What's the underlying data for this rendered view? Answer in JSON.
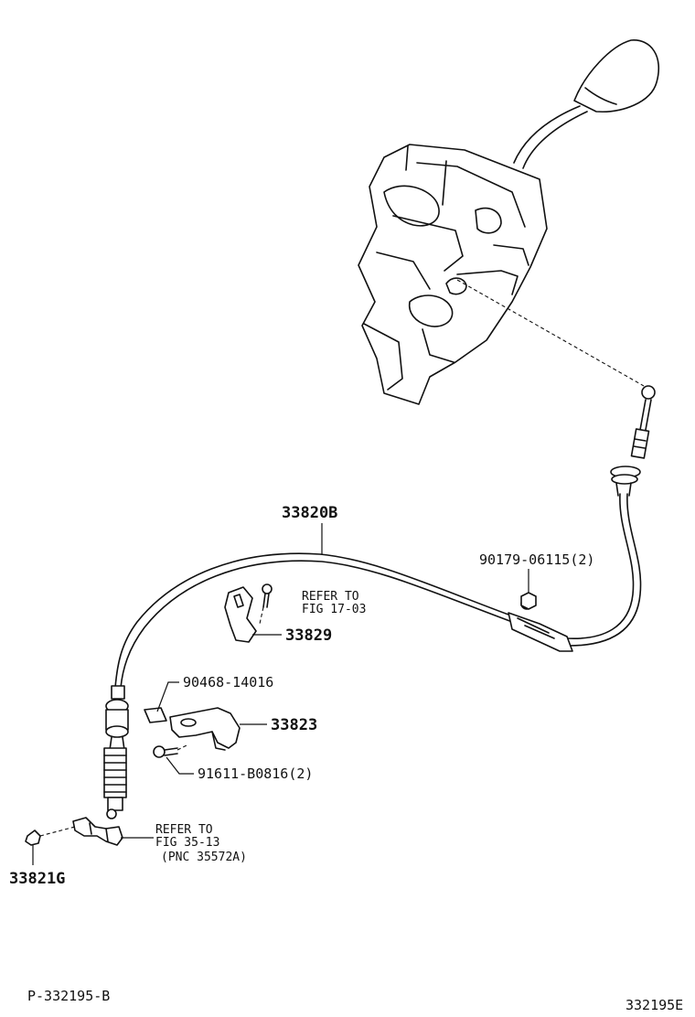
{
  "parts": {
    "cable": "33820B",
    "clamp_upper": "33829",
    "bracket": "33823",
    "clip_left": "33821G",
    "nut_right": "90179-06115(2)",
    "clip_small": "90468-14016",
    "bolt": "91611-B0816(2)"
  },
  "refs": {
    "fig17_line1": "REFER TO",
    "fig17_line2": "FIG 17-03",
    "fig35_line1": "REFER TO",
    "fig35_line2": "FIG 35-13",
    "fig35_line3": "(PNC 35572A)"
  },
  "codes": {
    "page_code": "P-332195-B",
    "illustration_id": "332195E"
  }
}
